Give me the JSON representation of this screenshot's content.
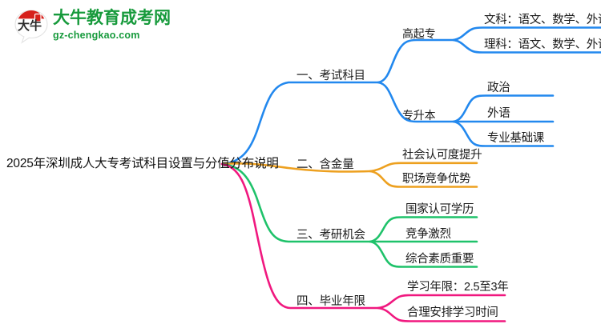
{
  "brand": {
    "logo_icon": "speech-bubble-logo-icon",
    "logo_text": "大牛",
    "title": "大牛教育成考网",
    "url": "gz-chengkao.com",
    "color": "#179a3c",
    "mark_color": "#d6211c"
  },
  "mindmap": {
    "root": "2025年深圳成人大专考试科目设置与分值分布说明",
    "branches": [
      {
        "label": "一、考试科目",
        "color": "#2288ee",
        "children": [
          {
            "label": "高起专",
            "leaves": [
              "文科：语文、数学、外语",
              "理科：语文、数学、外语"
            ]
          },
          {
            "label": "专升本",
            "leaves": [
              "政治",
              "外语",
              "专业基础课"
            ]
          }
        ]
      },
      {
        "label": "二、含金量",
        "color": "#eda01f",
        "children": [
          {
            "label": "",
            "leaves": [
              "社会认可度提升",
              "职场竞争优势"
            ]
          }
        ]
      },
      {
        "label": "三、考研机会",
        "color": "#1fc26a",
        "children": [
          {
            "label": "",
            "leaves": [
              "国家认可学历",
              "竞争激烈",
              "综合素质重要"
            ]
          }
        ]
      },
      {
        "label": "四、毕业年限",
        "color": "#f0187f",
        "children": [
          {
            "label": "",
            "leaves": [
              "学习年限：2.5至3年",
              "合理安排学习时间"
            ]
          }
        ]
      }
    ]
  }
}
